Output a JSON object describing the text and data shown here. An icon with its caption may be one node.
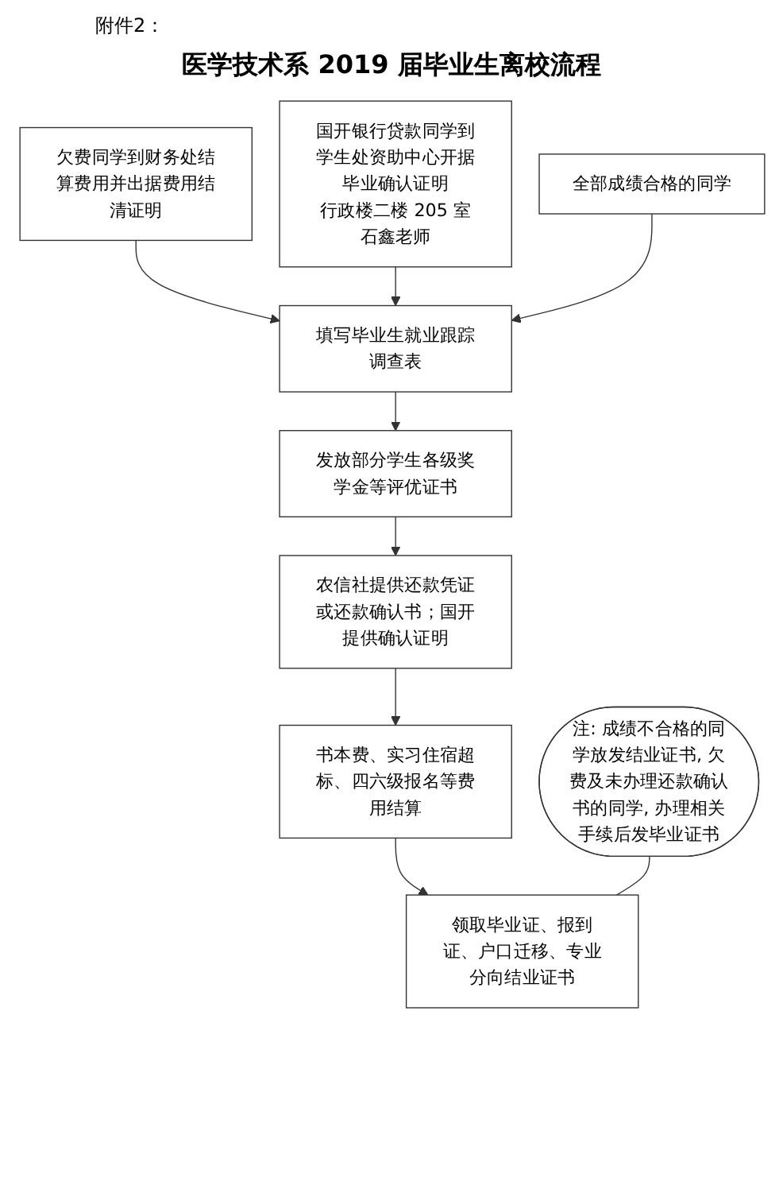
{
  "diagram": {
    "title": "医学技术系 2019 届毕业生离校流程",
    "nodes": [
      {
        "text": [
          "欠费同学到财务处结算费用并出据费用结清证明"
        ]
      },
      {
        "text": [
          "国开银行贷款同学到学生处资助中心开据毕业确认证明",
          "行政楼二楼 205 室石鑫老师"
        ]
      },
      {
        "text": [
          "全部成绩合格的同学"
        ]
      },
      {
        "text": [
          "填写毕业生就业跟踪调查表"
        ]
      },
      {
        "text": [
          "发放部分学生各级奖学金等评优证书"
        ]
      },
      {
        "text": [
          "农信社提供还款凭证或还款确认书；国开提供确认证明"
        ]
      },
      {
        "text": [
          "书本费、实习住宿超标、四六级报名等费用结算"
        ]
      },
      {
        "text": [
          "领取毕业证、报到证、户口迁移、专业分向结业证书"
        ]
      },
      {
        "text": [
          "注: 成绩不合格的同学放发结业证书, 欠费及未办理还款确认书的同学, 办理相关手续后发毕业证书"
        ]
      }
    ],
    "edges": [
      {
        "from": 0,
        "to": 3,
        "arrow": "to"
      },
      {
        "from": 1,
        "to": 3,
        "arrow": "to"
      },
      {
        "from": 2,
        "to": 3,
        "arrow": "to"
      },
      {
        "from": 3,
        "to": 4,
        "arrow": "to"
      },
      {
        "from": 4,
        "to": 5,
        "arrow": "to"
      },
      {
        "from": 5,
        "to": 6,
        "arrow": "to"
      },
      {
        "from": 6,
        "to": 7,
        "arrow": "to"
      },
      {
        "from": 8,
        "to": 7,
        "arrow": "none"
      }
    ],
    "labels": [
      "附件2："
    ]
  }
}
